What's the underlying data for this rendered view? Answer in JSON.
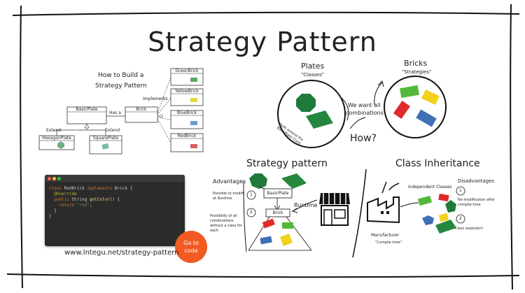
{
  "title": "Strategy Pattern",
  "uml": {
    "heading_line1": "How to Build a",
    "heading_line2": "Strategy Pattern",
    "implements": "Implements",
    "has_a": "Has a",
    "extend_left": "Extend",
    "extend_right": "Extend",
    "basic_plate": "BasicPlate",
    "brick": "Brick",
    "hexagon_plate": "HexagonPlate",
    "square_plate": "SquarePlate",
    "bricks": [
      {
        "name": "GreenBrick",
        "color": "#5aaa5a"
      },
      {
        "name": "YellowBrick",
        "color": "#d8d030"
      },
      {
        "name": "BlueBrick",
        "color": "#5b8ec9"
      },
      {
        "name": "RedBrick",
        "color": "#d05050"
      }
    ]
  },
  "plates": {
    "title": "Plates",
    "subtitle": "\"Classes\"",
    "circle_note": "Both extend the BasicPlate Class"
  },
  "bricks_group": {
    "title": "Bricks",
    "subtitle": "\"Strategies\""
  },
  "middle": {
    "want_line1": "We want all",
    "want_line2": "combinations",
    "how": "How?"
  },
  "strategy": {
    "title": "Strategy pattern",
    "advantages": "Advantages",
    "adv1": "Possible to modify at Runtime",
    "adv2": "Possibility of all combinations without a class for each",
    "basic_plate": "BasicPlate",
    "brick": "Brick",
    "runtime": "Runtime",
    "num1": "1",
    "num2": "2"
  },
  "inheritance": {
    "title": "Class Inheritance",
    "independent": "Independent Classes",
    "disadvantages": "Disadvantages",
    "dis1": "No modification after compile time",
    "dis2": "Class explosion!",
    "manufacturer": "Manufacturer",
    "compile_time": "\"Compile time\"",
    "num1": "1",
    "num2": "2"
  },
  "code": {
    "line1_kw": "class",
    "line1_rest": " RedBrick ",
    "line1_kw2": "implements",
    "line1_end": " Brick {",
    "line2": "  @Override",
    "line3_kw": "  public",
    "line3_rest": " String ",
    "line3_fn": "getColor",
    "line3_end": "() {",
    "line4_kw": "    return",
    "line4_str": " \"red\"",
    "line4_end": ";",
    "line5": "  }",
    "line6": "}"
  },
  "goto_line1": "Go to",
  "goto_line2": "code",
  "url": "www.lntegu.net/strategy-pattern",
  "colors": {
    "green": "#2e8b3e",
    "red": "#e02a2a",
    "yellow": "#f2d21b",
    "blue": "#3f6fb5",
    "orange": "#f15a22"
  }
}
